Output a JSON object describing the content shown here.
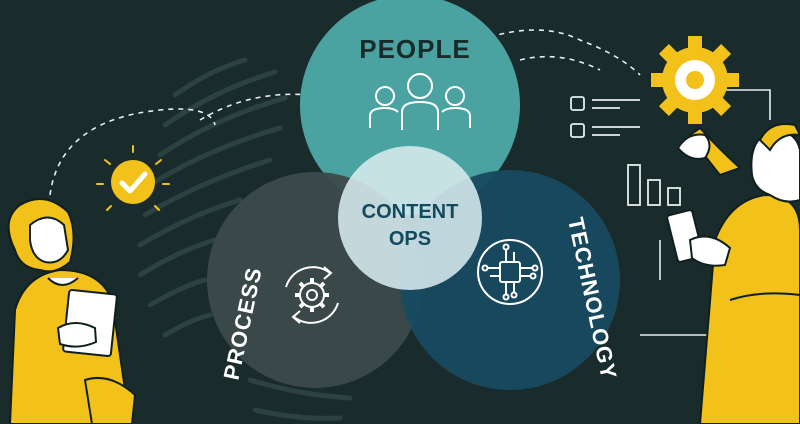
{
  "diagram": {
    "title": "",
    "center_label_line1": "CONTENT",
    "center_label_line2": "OPS",
    "circles": [
      {
        "label": "PEOPLE",
        "icon": "people-group-icon",
        "color": "#4aa3a1"
      },
      {
        "label": "PROCESS",
        "icon": "gear-cycle-icon",
        "color": "#3b4a4b"
      },
      {
        "label": "TECHNOLOGY",
        "icon": "circuit-chip-icon",
        "color": "#174a61"
      }
    ],
    "center_color": "#d7ebee",
    "accent_yellow": "#f2c21b",
    "background": "#1a2b2c"
  }
}
